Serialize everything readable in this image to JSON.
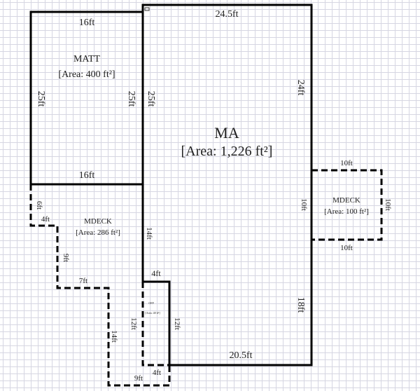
{
  "areas": {
    "matt": {
      "name": "MATT",
      "area": "[Area: 400 ft²]",
      "dims": {
        "top": "16ft",
        "bottom": "16ft",
        "left": "25ft",
        "right": "25ft"
      }
    },
    "ma": {
      "name": "MA",
      "area": "[Area: 1,226 ft²]",
      "dims": {
        "top": "24.5ft",
        "right_upper": "24ft",
        "left": "25ft",
        "left_lower": "14ft",
        "right_mid": "10ft",
        "right_lower": "18ft",
        "bottom": "20.5ft",
        "notch": "4ft"
      }
    },
    "mdeck_right": {
      "name": "MDECK",
      "area": "[Area: 100 ft²]",
      "dims": {
        "top": "10ft",
        "bottom": "10ft",
        "right": "10ft"
      }
    },
    "mdeck_left": {
      "name": "MDECK",
      "area": "[Area: 286 ft²]",
      "dims": {
        "a": "6ft",
        "b": "4ft",
        "c": "9ft",
        "d": "7ft",
        "e": "14ft",
        "f": "9ft",
        "g": "4ft"
      }
    },
    "ofp": {
      "name": "OFP",
      "area": "[Area: 48 ft²]",
      "dims": {
        "left": "12ft",
        "right": "12ft"
      }
    }
  }
}
